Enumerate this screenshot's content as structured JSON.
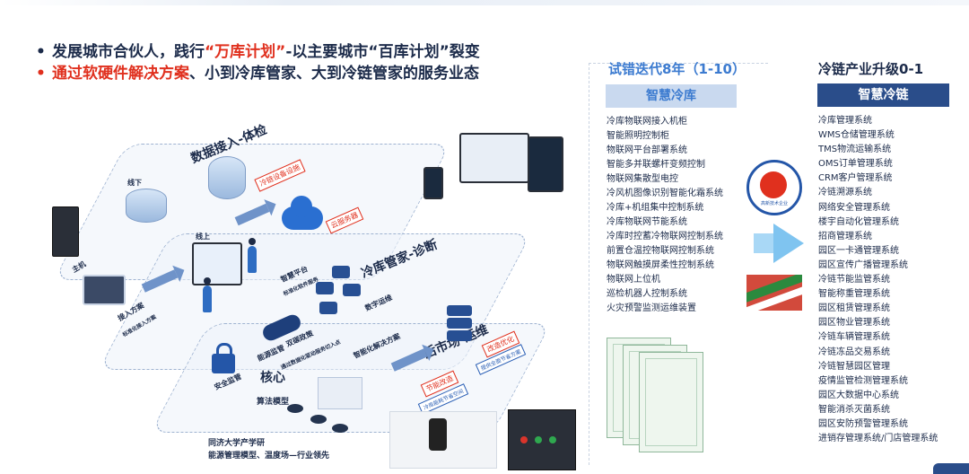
{
  "header": {
    "bullet_char": "•",
    "line1": {
      "part1": "发展城市合伙人，践行",
      "part2": "“万库计划”",
      "part3": "-以主要城市“百库计划”裂变"
    },
    "line2": {
      "part1": "通过软硬件解决方案",
      "part2": "、小到冷库管家、大到冷链管家的服务业态"
    }
  },
  "infographic": {
    "layer_data_access": "数据接入-体检",
    "layer_manager": "冷库管家-诊断",
    "layer_market": "后市场-运维",
    "layer_core": "核心",
    "algorithm_model": "算法模型",
    "host_label": "主机",
    "access_scheme": "接入方案",
    "access_scheme_sub": "标准化接入方案",
    "online_label": "线上",
    "offline_label": "线下",
    "iot_platform": "智慧平台",
    "iot_platform_sub": "标准化软件服务",
    "data_ops": "数字运维",
    "energy_monitor": "能源监管",
    "dual_carbon": "双碳政策",
    "dual_carbon_sub": "通过数据化驱动服务切入点",
    "security_monitor": "安全监管",
    "smart_solution": "智能化解决方案",
    "tag_cold_equipment": "冷链设备设施",
    "tag_cloud_platform": "云服务器",
    "tag_energy_save": "节能改造",
    "tag_energy_save_sub": "冷库能耗节省空间",
    "tag_service_opt": "改造优化",
    "tag_service_opt_sub": "提供全面节省方案",
    "footer_line1": "同济大学产学研",
    "footer_line2": "能源管理模型、温度场—行业领先"
  },
  "left_column": {
    "heading": "试错迭代8年（1-10）",
    "pill": "智慧冷库",
    "items": [
      "冷库物联网接入机柜",
      "智能照明控制柜",
      "物联网平台部署系统",
      "智能多并联螺杆变频控制",
      "物联网集散型电控",
      "冷风机图像识别智能化霜系统",
      "冷库+机组集中控制系统",
      "冷库物联网节能系统",
      "冷库时控蓄冷物联网控制系统",
      "前置仓温控物联网控制系统",
      "物联网触摸屏柔性控制系统",
      "物联网上位机",
      "巡检机器人控制系统",
      "火灾预警监测运维装置"
    ]
  },
  "right_column": {
    "heading": "冷链产业升级0-1",
    "pill": "智慧冷链",
    "items": [
      "冷库管理系统",
      "WMS仓储管理系统",
      "TMS物流运输系统",
      "OMS订单管理系统",
      "CRM客户管理系统",
      "冷链溯源系统",
      "网络安全管理系统",
      "楼宇自动化管理系统",
      "招商管理系统",
      "园区一卡通管理系统",
      "园区宣传广播管理系统",
      "冷链节能监管系统",
      "智能称重管理系统",
      "园区租赁管理系统",
      "园区物业管理系统",
      "冷链车辆管理系统",
      "冷链冻品交易系统",
      "冷链智慧园区管理",
      "疫情监管检测管理系统",
      "园区大数据中心系统",
      "智能消杀灭菌系统",
      "园区安防预警管理系统",
      "进销存管理系统/门店管理系统"
    ]
  },
  "badge_text": "高新技术企业",
  "colors": {
    "accent_red": "#e0301e",
    "navy": "#1c2b4a",
    "heading_blue": "#3c7bd0",
    "pill_dark": "#2a4d8a"
  }
}
